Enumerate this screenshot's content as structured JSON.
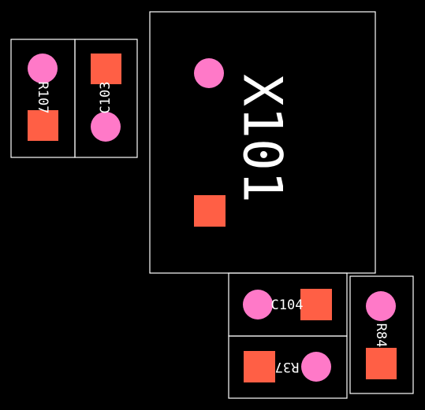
{
  "board": {
    "background_color": "#000000",
    "silkscreen_color": "#ffffff",
    "square_pad_color": "#ff5f45",
    "round_pad_color": "#ff79c8"
  },
  "components": {
    "x101": {
      "designator": "X101"
    },
    "r107": {
      "designator": "R107"
    },
    "c103": {
      "designator": "C103"
    },
    "c104": {
      "designator": "C104"
    },
    "r37": {
      "designator": "R37"
    },
    "r84": {
      "designator": "R84"
    }
  }
}
